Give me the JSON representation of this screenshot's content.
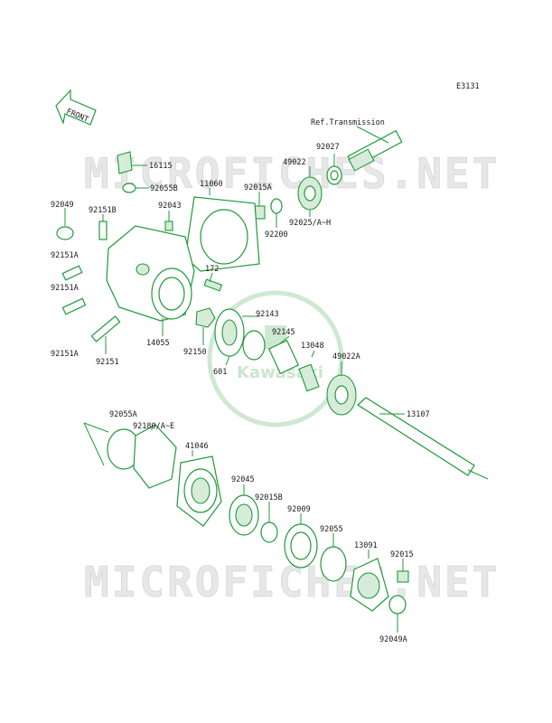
{
  "diagram_code": "E3131",
  "front_label": "FRONT",
  "watermark_text": "MICROFICHES.NET",
  "logo_text": "Kawasaki",
  "ref_label": "Ref.Transmission",
  "parts": [
    {
      "id": "16115",
      "label": "16115"
    },
    {
      "id": "92055B",
      "label": "92055B"
    },
    {
      "id": "92049",
      "label": "92049"
    },
    {
      "id": "92151B",
      "label": "92151B"
    },
    {
      "id": "92043",
      "label": "92043"
    },
    {
      "id": "11060",
      "label": "11060"
    },
    {
      "id": "92015A",
      "label": "92015A"
    },
    {
      "id": "49022",
      "label": "49022"
    },
    {
      "id": "92027",
      "label": "92027"
    },
    {
      "id": "92200",
      "label": "92200"
    },
    {
      "id": "92025",
      "label": "92025/A~H"
    },
    {
      "id": "92151A-1",
      "label": "92151A"
    },
    {
      "id": "172",
      "label": "172"
    },
    {
      "id": "92151A-2",
      "label": "92151A"
    },
    {
      "id": "92143",
      "label": "92143"
    },
    {
      "id": "92145",
      "label": "92145"
    },
    {
      "id": "13048",
      "label": "13048"
    },
    {
      "id": "49022A",
      "label": "49022A"
    },
    {
      "id": "14055",
      "label": "14055"
    },
    {
      "id": "92150",
      "label": "92150"
    },
    {
      "id": "601",
      "label": "601"
    },
    {
      "id": "92151A-3",
      "label": "92151A"
    },
    {
      "id": "92151",
      "label": "92151"
    },
    {
      "id": "13107",
      "label": "13107"
    },
    {
      "id": "92055A",
      "label": "92055A"
    },
    {
      "id": "92180",
      "label": "92180/A~E"
    },
    {
      "id": "41046",
      "label": "41046"
    },
    {
      "id": "92045",
      "label": "92045"
    },
    {
      "id": "92015B",
      "label": "92015B"
    },
    {
      "id": "92009",
      "label": "92009"
    },
    {
      "id": "92055",
      "label": "92055"
    },
    {
      "id": "13091",
      "label": "13091"
    },
    {
      "id": "92015",
      "label": "92015"
    },
    {
      "id": "92049A",
      "label": "92049A"
    }
  ]
}
